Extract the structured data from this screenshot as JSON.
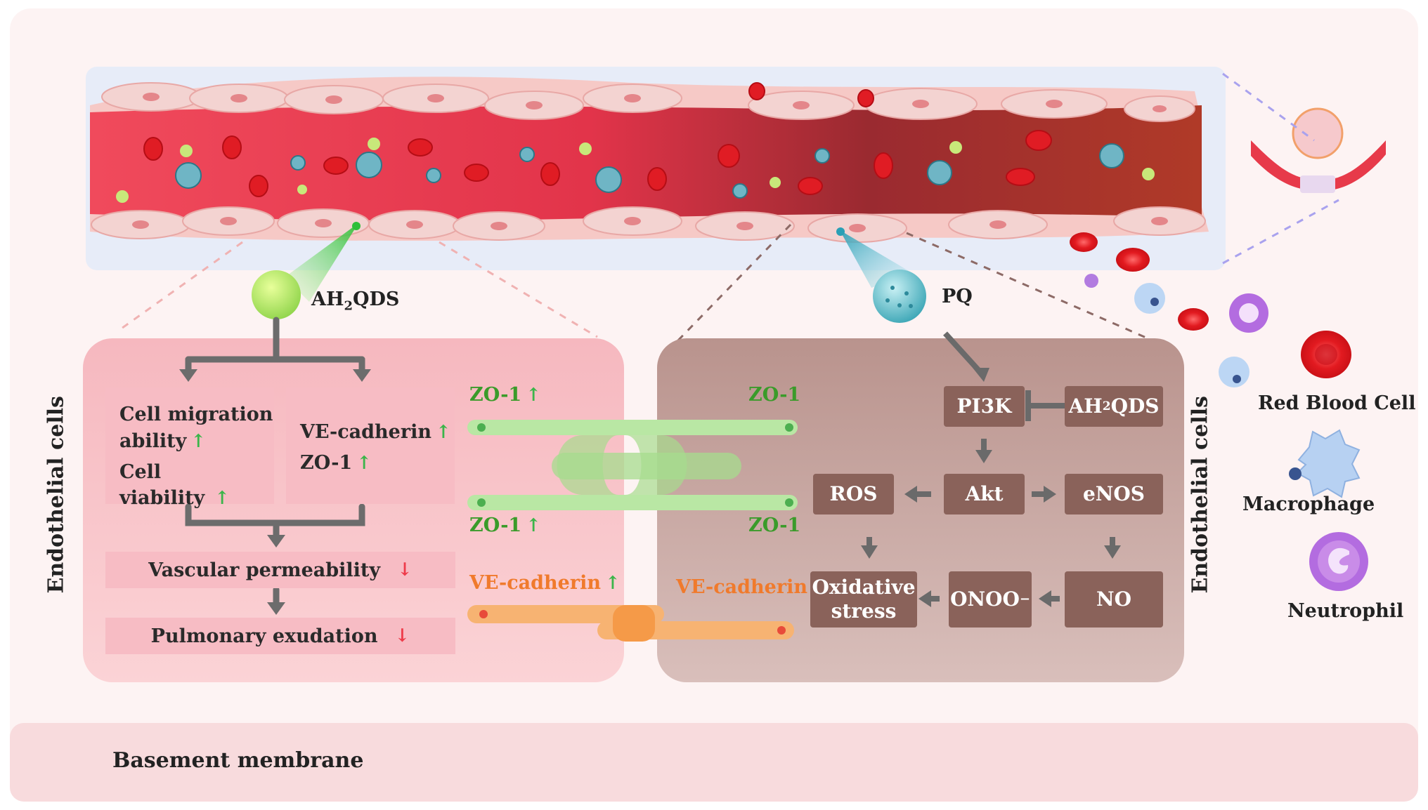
{
  "labels": {
    "endothelial_left": "Endothelial cells",
    "endothelial_right": "Endothelial cells",
    "basement_membrane": "Basement membrane",
    "ah2qds_top_prefix": "AH",
    "ah2qds_top_sub": "2",
    "ah2qds_top_suffix": "QDS",
    "pq": "PQ",
    "legend_rbc": "Red Blood Cell",
    "legend_macrophage": "Macrophage",
    "legend_neutrophil": "Neutrophil"
  },
  "left_panel": {
    "cell_migration_line1": "Cell migration",
    "cell_migration_line2": "ability",
    "cell_viability": "Cell viability",
    "ve_cadherin": "VE-cadherin",
    "zo1": "ZO-1",
    "vascular_permeability": "Vascular permeability",
    "pulmonary_exudation": "Pulmonary exudation",
    "junction_zo1_top": "ZO-1",
    "junction_zo1_bottom": "ZO-1",
    "junction_ve": "VE-cadherin",
    "up_arrow": "↑",
    "down_arrow": "↓"
  },
  "right_panel": {
    "zo1_top": "ZO-1",
    "zo1_bottom": "ZO-1",
    "ve_cadherin": "VE-cadherin",
    "pi3k": "PI3K",
    "ah2qds_prefix": "AH",
    "ah2qds_sub": "2",
    "ah2qds_suffix": "QDS",
    "akt": "Akt",
    "ros": "ROS",
    "enos": "eNOS",
    "oxidative_line1": "Oxidative",
    "oxidative_line2": "stress",
    "onoo": "ONOO",
    "onoo_sup": "−",
    "no": "NO"
  },
  "colors": {
    "left_panel_bg": "#f9c9cd",
    "right_panel_bg": "#c9a9a4",
    "dark_box": "#8a625a",
    "pink_box": "#f7bcc4",
    "green_junction": "#9edb7f",
    "orange_junction": "#f6a35c",
    "vessel_red": "#e43a4c",
    "vessel_dark": "#8c2a25"
  }
}
